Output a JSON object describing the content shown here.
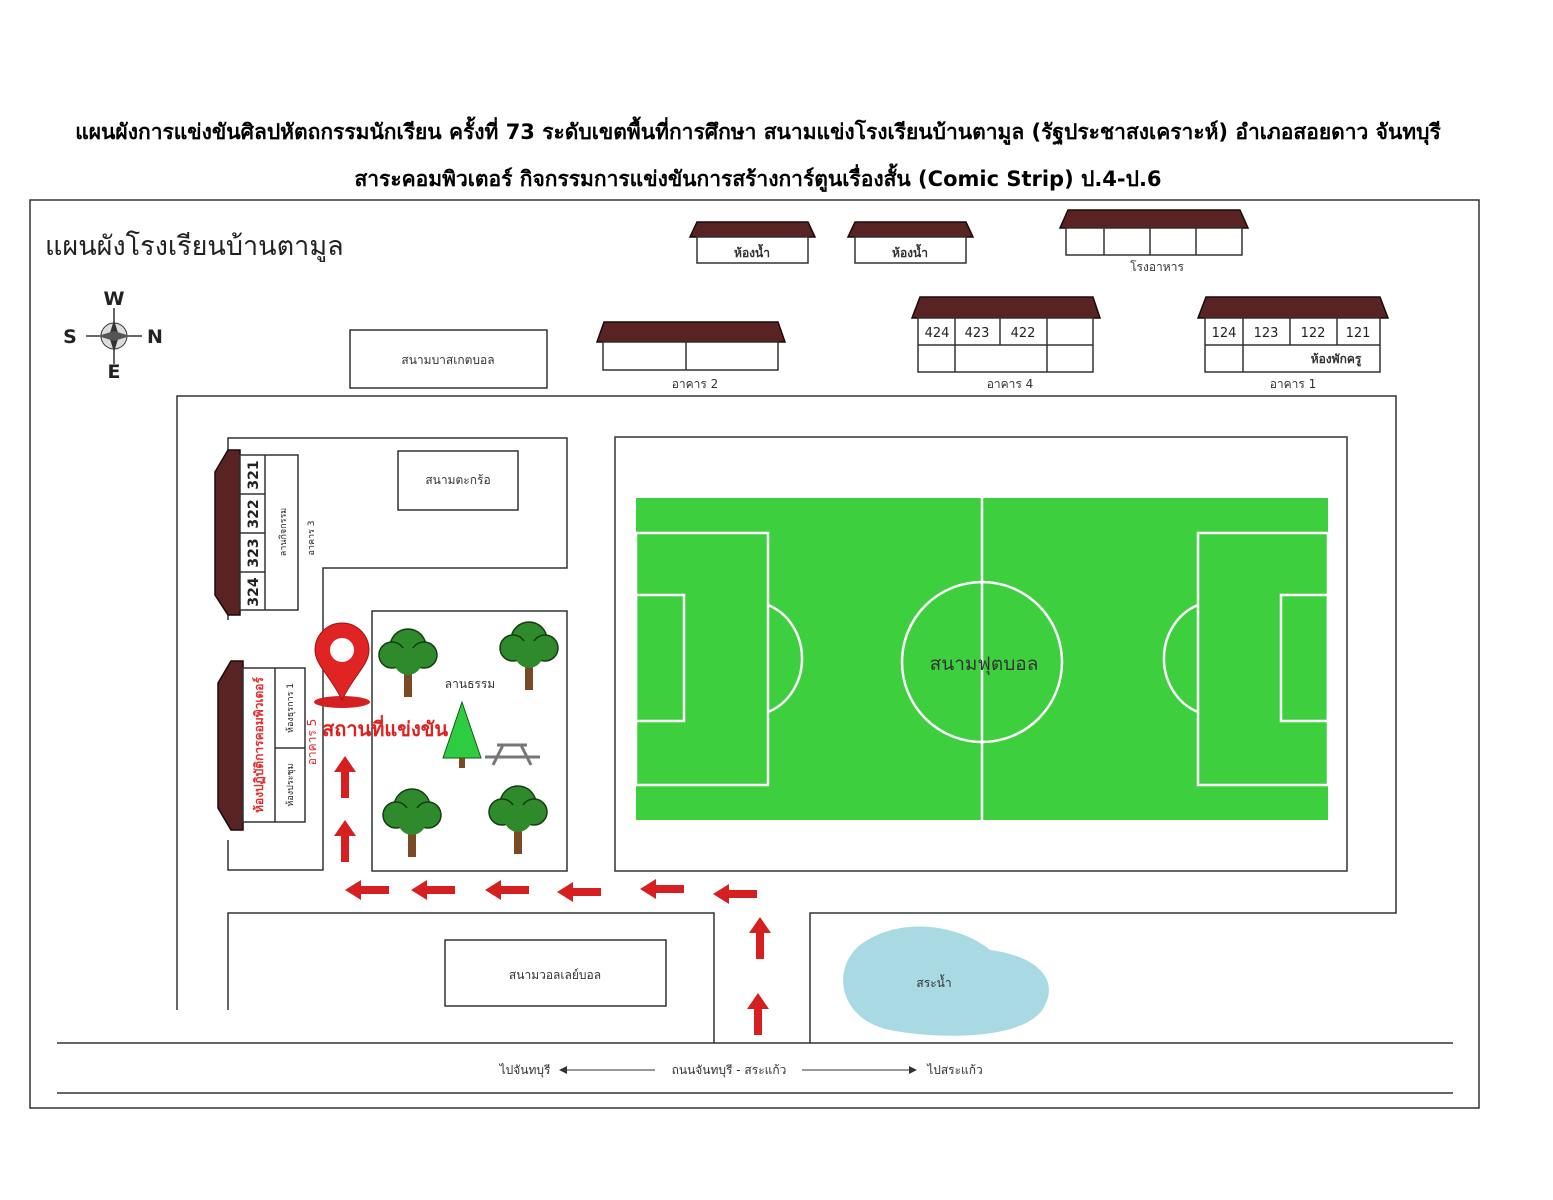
{
  "title": {
    "line1": "แผนผังการแข่งขันศิลปหัตถกรรมนักเรียน ครั้งที่ 73 ระดับเขตพื้นที่การศึกษา สนามแข่งโรงเรียนบ้านตามูล (รัฐประชาสงเคราะห์) อำเภอสอยดาว จันทบุรี",
    "line2": "สาระคอมพิวเตอร์  กิจกรรมการแข่งขันการสร้างการ์ตูนเรื่องสั้น (Comic Strip) ป.4-ป.6"
  },
  "map": {
    "title": "แผนผังโรงเรียนบ้านตามูล",
    "compass": {
      "w": "W",
      "s": "S",
      "n": "N",
      "e": "E"
    },
    "toilet1": "ห้องน้ำ",
    "toilet2": "ห้องน้ำ",
    "canteen": "โรงอาหาร",
    "basketball": "สนามบาสเกตบอล",
    "building2": "อาคาร 2",
    "building4": {
      "label": "อาคาร 4",
      "rooms": [
        "424",
        "423",
        "422"
      ]
    },
    "building1": {
      "label": "อาคาร 1",
      "rooms": [
        "124",
        "123",
        "122",
        "121"
      ],
      "teacher_room": "ห้องพักครู"
    },
    "building3": {
      "label": "อาคาร 3",
      "rooms": [
        "321",
        "322",
        "323",
        "324"
      ],
      "activity_area": "ลานกิจกรรม"
    },
    "building5": {
      "label": "อาคาร 5",
      "computer_lab": "ห้องปฏิบัติการคอมพิวเตอร์",
      "office": "ห้องธุรการ 1",
      "meeting": "ห้องประชุม"
    },
    "takraw": "สนามตะกร้อ",
    "dharma_yard": "ลานธรรม",
    "venue": "สถานที่แข่งขัน",
    "football": "สนามฟุตบอล",
    "volleyball": "สนามวอลเลย์บอล",
    "pond": "สระน้ำ",
    "road": {
      "left": "ไปจันทบุรี",
      "center": "ถนนจันทบุรี - สระแก้ว",
      "right": "ไปสระแก้ว"
    }
  },
  "colors": {
    "field": "#3ecf3e",
    "route": "#d42020",
    "pond": "#a9d9e3",
    "roof": "#5a2323"
  }
}
